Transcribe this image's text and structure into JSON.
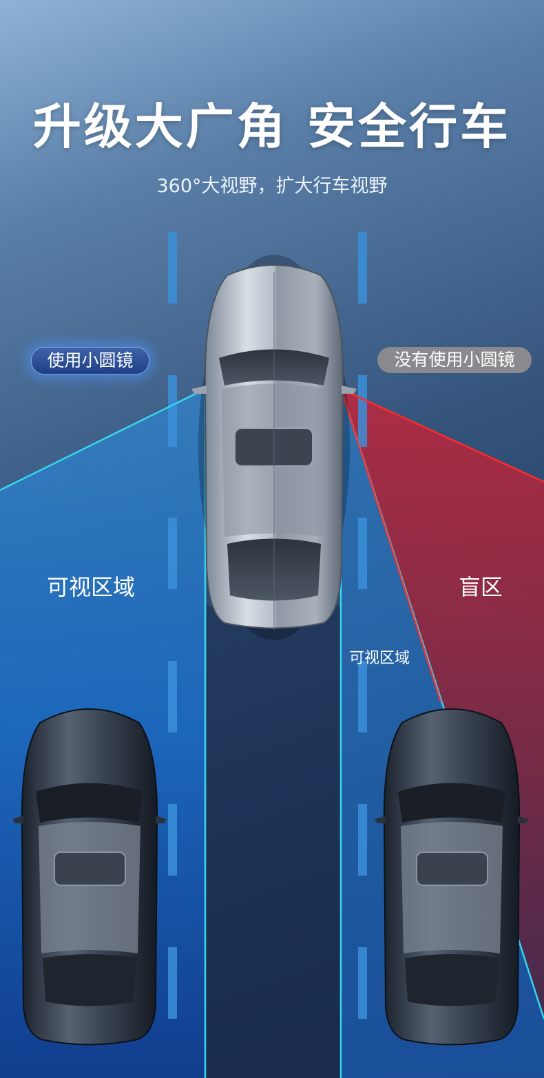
{
  "headline": "升级大广角 安全行车",
  "subhead": "360°大视野，扩大行车视野",
  "badges": {
    "with_mirror": "使用小圆镜",
    "without_mirror": "没有使用小圆镜"
  },
  "zones": {
    "visible_left": "可视区域",
    "blind_spot": "盲区",
    "visible_mid": "可视区域"
  },
  "colors": {
    "visible_zone": "#1e7fd6",
    "blind_zone": "#a3283a",
    "sight_line_cyan": "#35d6ee",
    "sight_line_red": "#ff2a2a",
    "lane_dash": "#2f8ee0"
  },
  "icons": [
    "silver-sedan-icon",
    "dark-sedan-icon"
  ]
}
